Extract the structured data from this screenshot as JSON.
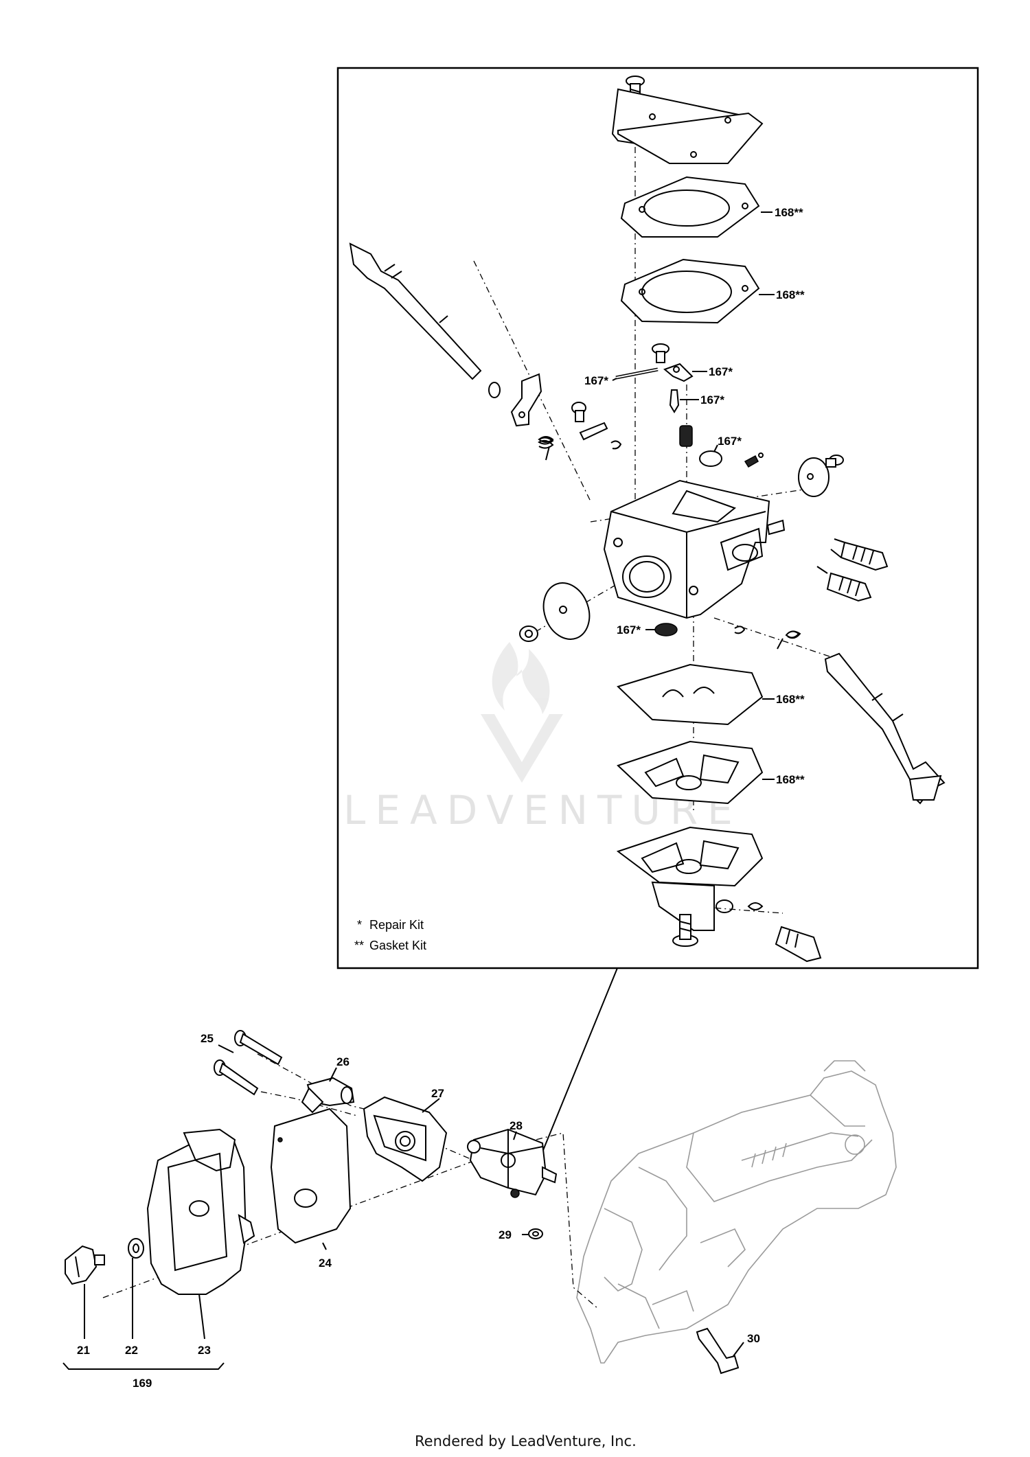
{
  "callouts": {
    "gasket_top_1": "168**",
    "gasket_top_2": "168**",
    "pin_left": "167*",
    "lever": "167*",
    "needle": "167*",
    "plug": "167*",
    "screen": "167*",
    "gasket_bottom_1": "168**",
    "gasket_bottom_2": "168**",
    "p25": "25",
    "p26": "26",
    "p27": "27",
    "p28": "28",
    "p24": "24",
    "p29": "29",
    "p30": "30",
    "p21": "21",
    "p22": "22",
    "p23": "23",
    "p169": "169"
  },
  "legend": {
    "repair_marker": "*",
    "repair_label": "Repair Kit",
    "gasket_marker": "**",
    "gasket_label": "Gasket Kit"
  },
  "watermark": "LEADVENTURE",
  "footer": "Rendered by LeadVenture, Inc."
}
